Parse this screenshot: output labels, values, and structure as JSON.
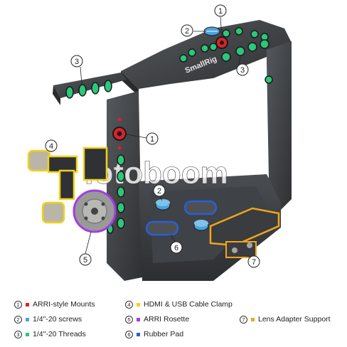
{
  "product": {
    "brand_logo": "SmallRig",
    "watermark": "fotoboom"
  },
  "callouts": [
    {
      "id": "c1a",
      "num": "1"
    },
    {
      "id": "c2a",
      "num": "2"
    },
    {
      "id": "c3a",
      "num": "3"
    },
    {
      "id": "c3b",
      "num": "3"
    },
    {
      "id": "c1b",
      "num": "1"
    },
    {
      "id": "c4",
      "num": "4"
    },
    {
      "id": "c2b",
      "num": "2"
    },
    {
      "id": "c6",
      "num": "6"
    },
    {
      "id": "c5",
      "num": "5"
    },
    {
      "id": "c7",
      "num": "7"
    }
  ],
  "legend": [
    {
      "num": "1",
      "label": "ARRI-style Mounts",
      "color": "#e0202a"
    },
    {
      "num": "2",
      "label": "1/4\"-20 screws",
      "color": "#4aa3df"
    },
    {
      "num": "3",
      "label": "1/4\"-20 Threads",
      "color": "#2bc77a"
    },
    {
      "num": "4",
      "label": "HDMI & USB Cable Clamp",
      "color": "#f2d21b"
    },
    {
      "num": "5",
      "label": "ARRI Rosette",
      "color": "#a33de0"
    },
    {
      "num": "6",
      "label": "Rubber Pad",
      "color": "#2a5fd6"
    },
    {
      "num": "7",
      "label": "Lens Adapter Support",
      "color": "#f2a51b"
    }
  ],
  "colors": {
    "cage": "#3d3f42",
    "cage_dark": "#2b2c2e",
    "thread_green": "#2bc77a",
    "arri_red": "#e0202a",
    "screw_blue": "#4aa3df",
    "clamp_yellow": "#f2d21b",
    "rosette_purple": "#a33de0",
    "pad_blue": "#2a5fd6",
    "support_orange": "#f2a51b"
  }
}
